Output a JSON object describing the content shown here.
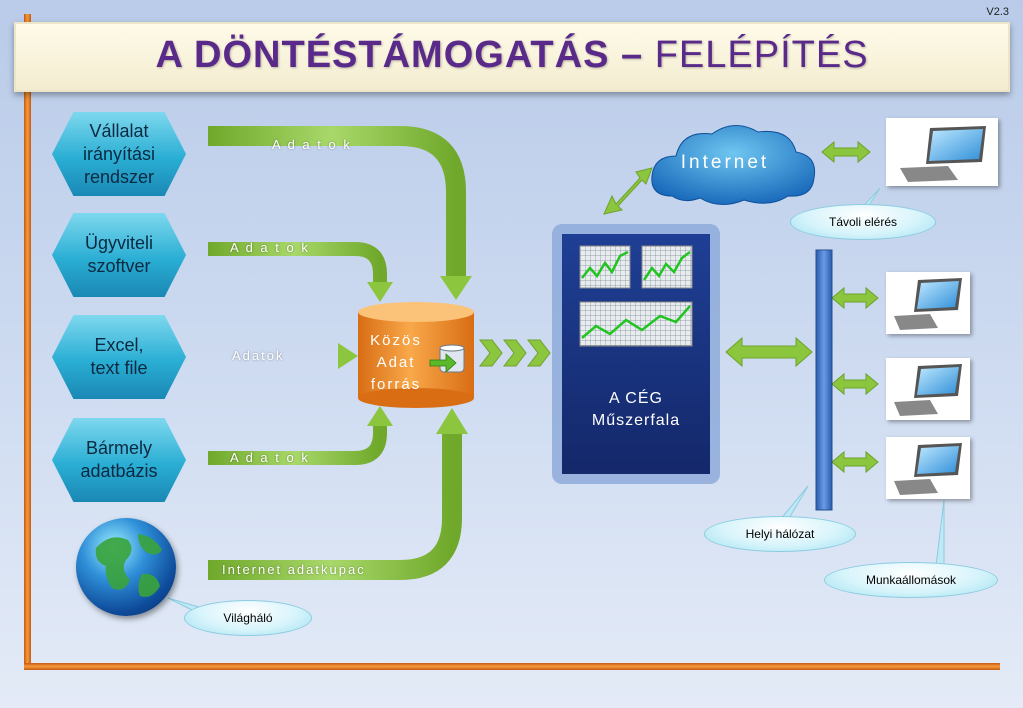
{
  "version": "V2.3",
  "title": {
    "part1": "A  DÖNTÉSTÁMOGATÁS –",
    "part2": " FELÉPÍTÉS"
  },
  "sources": [
    {
      "label": "Vállalat\nirányítási\nrendszer"
    },
    {
      "label": "Ügyviteli\nszoftver"
    },
    {
      "label": "Excel,\ntext file"
    },
    {
      "label": "Bármely\nadatbázis"
    }
  ],
  "arrow_labels": [
    "A d a t o k",
    "A d a t o k",
    "Adatok",
    "A d a t o k",
    "Internet adatkupac"
  ],
  "common_source": "Közös\nAdat\nforrás",
  "dashboard": "A CÉG\nMűszerfala",
  "internet": "Internet",
  "callouts": {
    "remote": "Távoli elérés",
    "lan": "Helyi hálózat",
    "workstations": "Munkaállomások",
    "world": "Világháló"
  },
  "colors": {
    "title": "#5a2a8a",
    "frame": "#e07a22",
    "arrow_green": "#8cc63f",
    "hex_blue": "#2aaed4",
    "cylinder_orange": "#f2912e",
    "dashboard_blue": "#1e3b8a",
    "lan_bar": "#3a6fc7"
  }
}
